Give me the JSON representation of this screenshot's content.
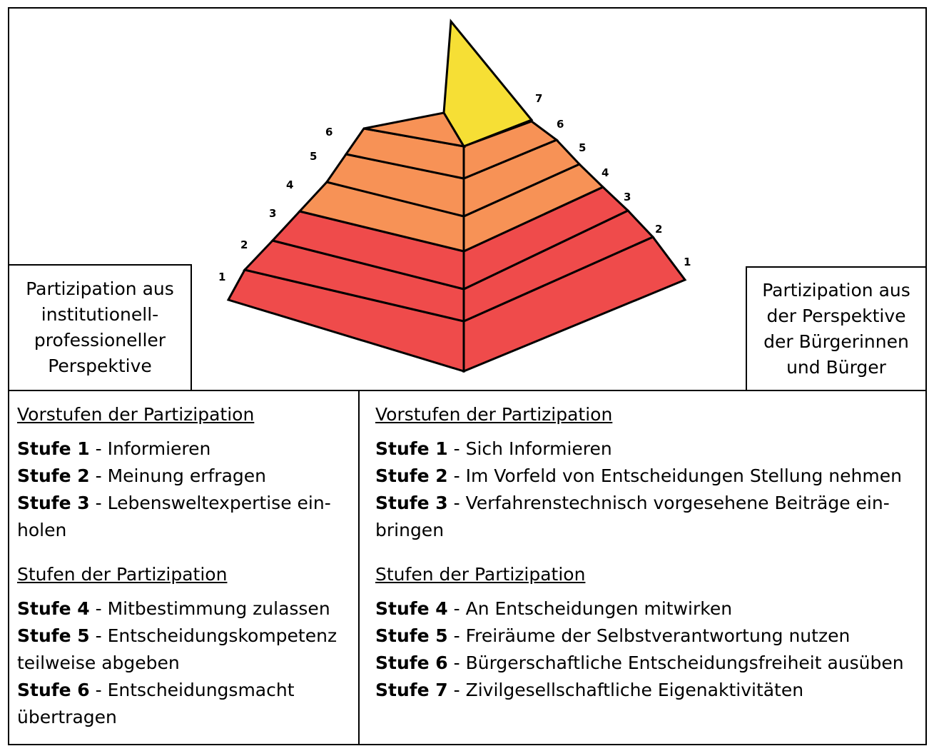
{
  "pyramid": {
    "left_numbers": [
      "1",
      "2",
      "3",
      "4",
      "5",
      "6"
    ],
    "right_numbers": [
      "1",
      "2",
      "3",
      "4",
      "5",
      "6",
      "7"
    ],
    "colors": {
      "red": "#ef4b4b",
      "orange": "#f79256",
      "yellow": "#f6df35",
      "outline": "#000000"
    }
  },
  "left_box": {
    "lines": [
      "Partizipation aus",
      "institutionell-",
      "professioneller",
      "Perspektive"
    ]
  },
  "right_box": {
    "lines": [
      "Partizipation aus",
      "der Perspektive",
      "der Bürgerinnen",
      "und Bürger"
    ]
  },
  "left_column": {
    "heading1": "Vorstufen der Partizipation",
    "items1": [
      {
        "label": "Stufe 1",
        "text": " - Informieren"
      },
      {
        "label": "Stufe 2",
        "text": " - Meinung erfragen"
      },
      {
        "label": "Stufe 3",
        "text": " - Lebensweltexpertise ein-holen"
      }
    ],
    "heading2": "Stufen der Partizipation",
    "items2": [
      {
        "label": "Stufe 4",
        "text": " - Mitbestimmung zulassen"
      },
      {
        "label": "Stufe 5",
        "text": " - Entscheidungskompetenz teilweise abgeben"
      },
      {
        "label": "Stufe 6",
        "text": " - Entscheidungsmacht übertragen"
      }
    ]
  },
  "right_column": {
    "heading1": "Vorstufen der Partizipation",
    "items1": [
      {
        "label": "Stufe 1",
        "text": " - Sich Informieren"
      },
      {
        "label": "Stufe 2",
        "text": " - Im Vorfeld von Entscheidungen Stellung nehmen"
      },
      {
        "label": "Stufe 3",
        "text": " - Verfahrenstechnisch vorgesehene Beiträge ein-bringen"
      }
    ],
    "heading2": "Stufen der Partizipation",
    "items2": [
      {
        "label": "Stufe 4",
        "text": " - An Entscheidungen mitwirken"
      },
      {
        "label": "Stufe 5",
        "text": " - Freiräume der Selbstverantwortung nutzen"
      },
      {
        "label": "Stufe 6",
        "text": " - Bürgerschaftliche Entscheidungsfreiheit ausüben"
      },
      {
        "label": "Stufe 7",
        "text": " - Zivilgesellschaftliche Eigenaktivitäten"
      }
    ]
  }
}
